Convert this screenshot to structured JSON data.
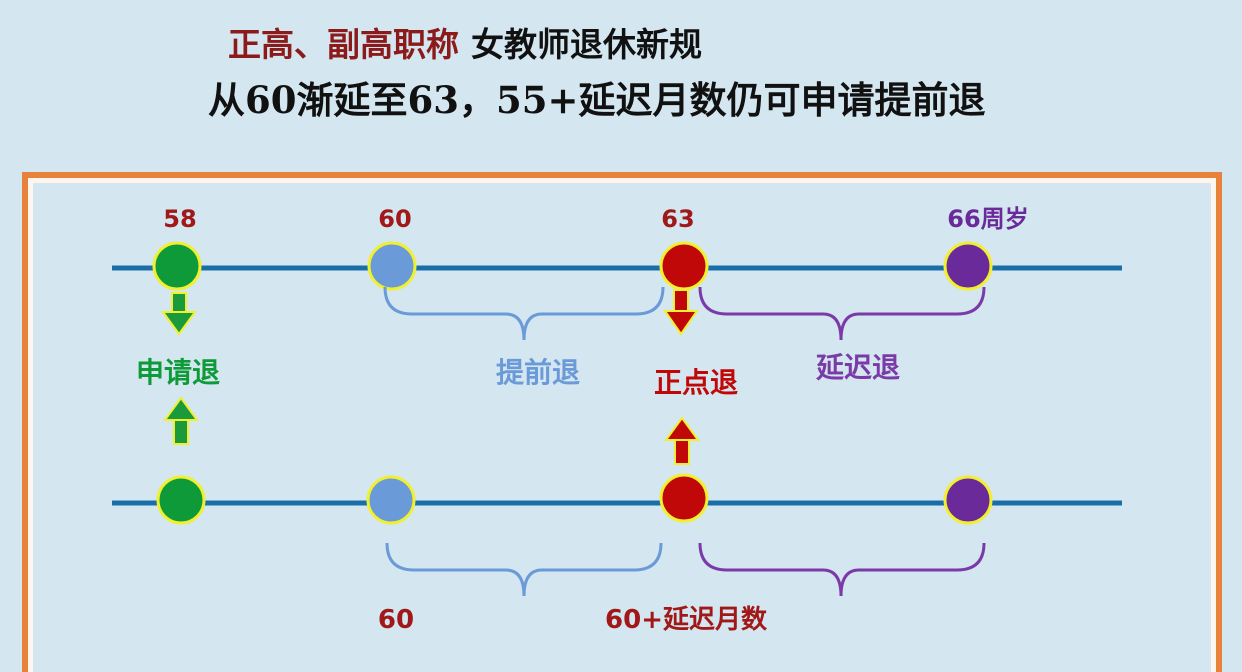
{
  "title": {
    "line1_red": "正高、副高职称",
    "line1_black": "女教师退休新规",
    "line2": "从60渐延至63，55+延迟月数仍可申请提前退"
  },
  "top_axis": {
    "ages": [
      {
        "label": "58",
        "color": "#a01818"
      },
      {
        "label": "60",
        "color": "#a01818"
      },
      {
        "label": "63",
        "color": "#a01818"
      },
      {
        "label": "66周岁",
        "color": "#6a2a9a"
      }
    ]
  },
  "categories": {
    "apply": "申请退",
    "early": "提前退",
    "ontime": "正点退",
    "delay": "延迟退"
  },
  "bottom_axis": {
    "label_60": "60",
    "label_delay": "60+延迟月数"
  },
  "colors": {
    "line": "#1a6ea8",
    "green": "#0f9a3a",
    "blue": "#6a9ad8",
    "red": "#c00808",
    "purple": "#6a2a9a",
    "ring": "#f0f030",
    "bracket_blue": "#6a9ad8",
    "bracket_purple": "#7a3aa8",
    "frame": "#e8823a"
  }
}
